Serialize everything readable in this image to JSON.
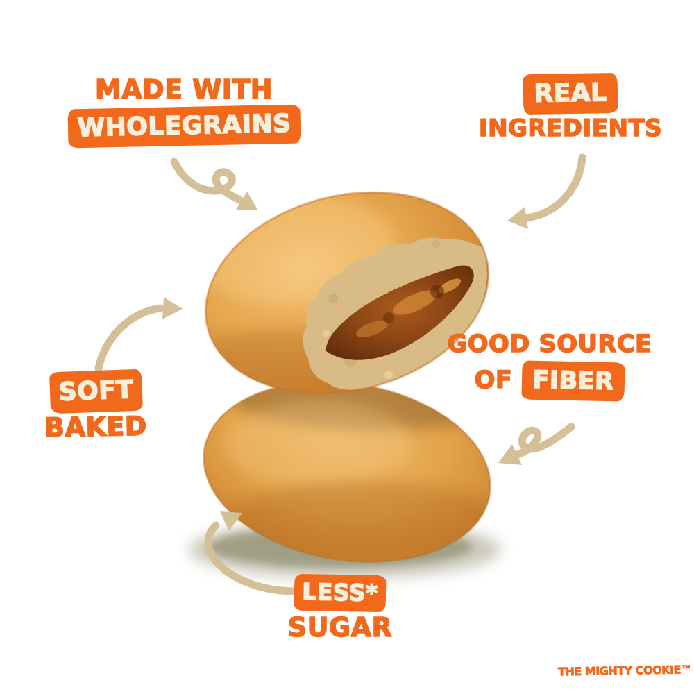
{
  "colors": {
    "orange": "#F3691C",
    "cream": "#F6EFDC",
    "arrow_tan": "#D3C097",
    "cookie_golden": "#E2A34A",
    "filling_brown": "#7C3B10",
    "shadow_olive": "#8C896A",
    "background": "#FFFFFF"
  },
  "callouts": {
    "made_with_wholegrains": {
      "line1": "MADE WITH",
      "line2": "WHOLEGRAINS"
    },
    "real_ingredients": {
      "line1": "REAL",
      "line2": "INGREDIENTS"
    },
    "soft_baked": {
      "line1": "SOFT",
      "line2": "BAKED"
    },
    "good_source_of_fiber": {
      "line1": "GOOD SOURCE",
      "line2_word": "OF",
      "line2_highlight": "FIBER"
    },
    "less_sugar": {
      "line1": "LESS*",
      "line2": "SUGAR"
    }
  },
  "footer": {
    "wordmark": "THE MIGHTY COOKIE™"
  },
  "illustration": {
    "arrows": [
      "curl-arrow-to-top-cookie-from-wholegrains",
      "arc-arrow-to-top-cookie-from-real-ingredients",
      "arrow-to-top-cookie-from-soft-baked",
      "curl-arrow-to-bottom-cookie-from-fiber",
      "hook-arrow-to-bottom-cookie-from-less-sugar"
    ]
  }
}
